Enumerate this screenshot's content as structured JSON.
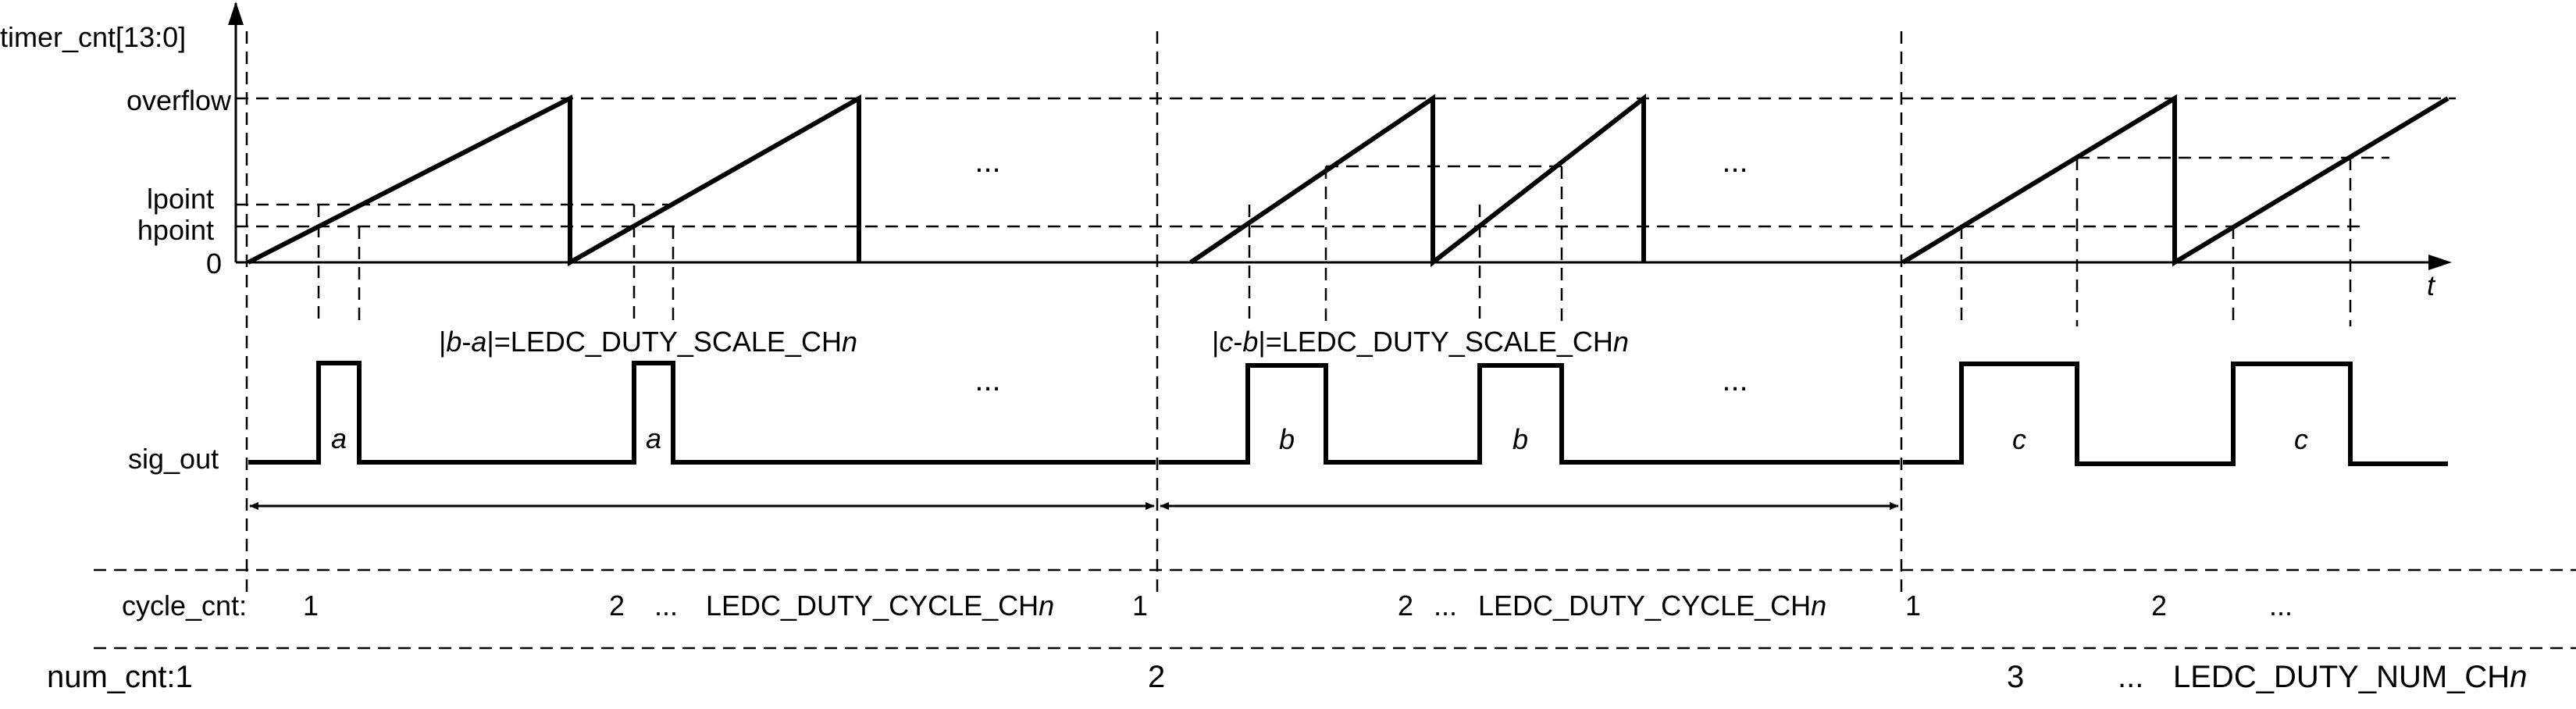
{
  "axis": {
    "y_label": "timer_cnt[13:0]",
    "x_label": "t",
    "ticks": {
      "overflow": "overflow",
      "lpoint": "lpoint",
      "hpoint": "hpoint",
      "zero": "0"
    }
  },
  "signal": {
    "label": "sig_out"
  },
  "ellipsis": "...",
  "formula1": {
    "bar": "|",
    "v1": "b",
    "dash": "-",
    "v2": "a",
    "rest": "|=LEDC_DUTY_SCALE_CH",
    "n": "n"
  },
  "formula2": {
    "bar": "|",
    "v1": "c",
    "dash": "-",
    "v2": "b",
    "rest": "|=LEDC_DUTY_SCALE_CH",
    "n": "n"
  },
  "pulses": {
    "a": "a",
    "b": "b",
    "c": "c"
  },
  "cycle_cnt": {
    "label": "cycle_cnt:",
    "one": "1",
    "two": "2",
    "dots": "...",
    "last_prefix": "LEDC_DUTY_CYCLE_CH",
    "n": "n"
  },
  "num_cnt": {
    "label": "num_cnt:1",
    "two": "2",
    "three": "3",
    "last_prefix": "LEDC_DUTY_NUM_CH",
    "n": "n"
  }
}
